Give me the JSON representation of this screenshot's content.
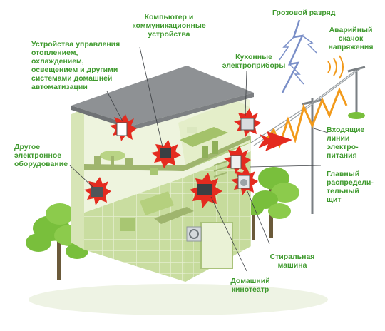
{
  "labels": {
    "hvac_control": "Устройства управления\nотоплением,\nохлаждением,\nосвещением и другими\nсистемами домашней\nавтоматизации",
    "computer": "Компьютер и\nкоммуникационные\nустройства",
    "lightning": "Грозовой разряд",
    "surge": "Аварийный\nскачок\nнапряжения",
    "kitchen": "Кухонные\nэлектроприборы",
    "other_electronics": "Другое\nэлектронное\nоборудование",
    "power_lines": "Входящие\nлинии\nэлектро-\nпитания",
    "main_panel": "Главный\nраспредели-\nтельный\nщит",
    "washing_machine": "Стиральная\nмашина",
    "home_theater": "Домашний\nкинотеатр"
  },
  "colors": {
    "label_green": "#3f9a2e",
    "wall_green": "#c9dda0",
    "wall_light": "#eef4de",
    "roof_gray": "#8e9194",
    "tree_green": "#79bf3c",
    "spark_red": "#e42b1f",
    "surge_orange": "#f29a1b",
    "lightning_blue": "#7a8fc8"
  }
}
